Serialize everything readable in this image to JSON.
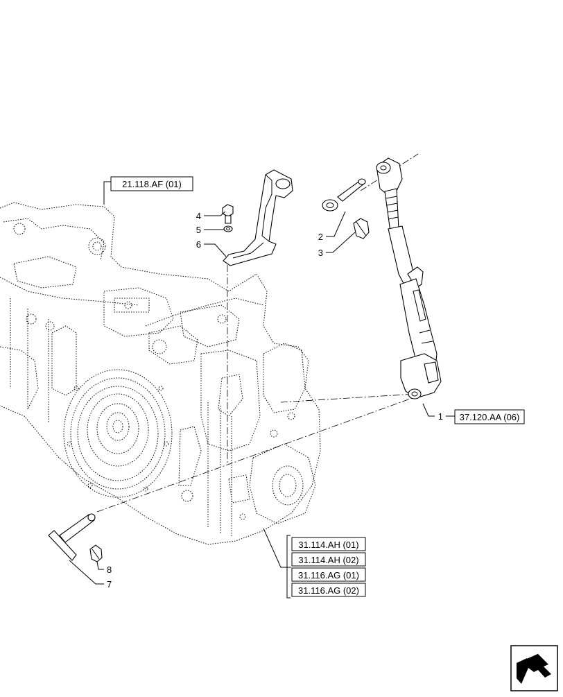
{
  "references": {
    "r1": "21.118.AF (01)",
    "r2": "37.120.AA (06)",
    "r3": "31.114.AH (01)",
    "r4": "31.114.AH (02)",
    "r5": "31.116.AG (01)",
    "r6": "31.116.AG (02)"
  },
  "callouts": {
    "c1": "1",
    "c2": "2",
    "c3": "3",
    "c4": "4",
    "c5": "5",
    "c6": "6",
    "c7": "7",
    "c8": "8"
  },
  "icons": {
    "nav": "page-turn-arrow-icon"
  }
}
